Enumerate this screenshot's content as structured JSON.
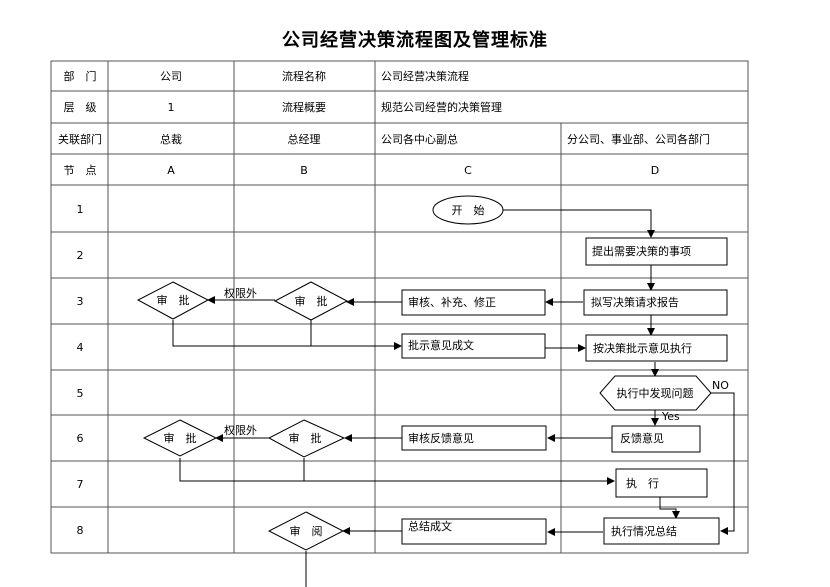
{
  "title": "公司经营决策流程图及管理标准",
  "header": {
    "dept_label": "部　门",
    "dept_value": "公司",
    "name_label": "流程名称",
    "name_value": "公司经营决策流程",
    "level_label": "层　级",
    "level_value": "1",
    "summary_label": "流程概要",
    "summary_value": "规范公司经营的决策管理",
    "related_label": "关联部门",
    "related": [
      "总裁",
      "总经理",
      "公司各中心副总",
      "分公司、事业部、公司各部门"
    ],
    "node_label": "节　点",
    "nodes": [
      "A",
      "B",
      "C",
      "D"
    ]
  },
  "rows": [
    "1",
    "2",
    "3",
    "4",
    "5",
    "6",
    "7",
    "8"
  ],
  "shapes": {
    "start": "开　始",
    "d2": "提出需要决策的事项",
    "d3": "拟写决策请求报告",
    "c3": "审核、补充、修正",
    "b3": "审　批",
    "a3": "审　批",
    "note3": "权限外",
    "c4": "批示意见成文",
    "d4": "按决策批示意见执行",
    "d5": "执行中发现问题",
    "no": "NO",
    "yes": "Yes",
    "d6": "反馈意见",
    "c6": "审核反馈意见",
    "b6": "审　批",
    "a6": "审　批",
    "note6": "权限外",
    "d7": "执　行",
    "d8": "执行情况总结",
    "c8": "总结成文",
    "b8": "审　阅"
  }
}
